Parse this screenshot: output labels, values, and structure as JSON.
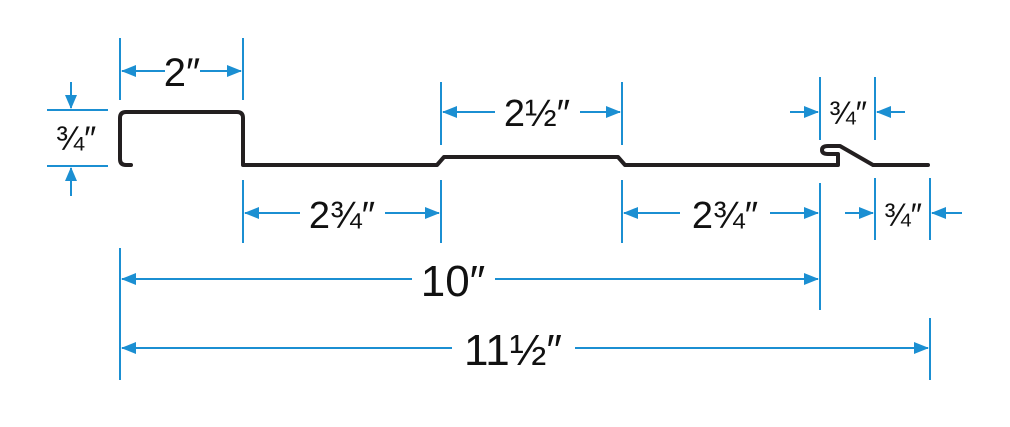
{
  "labels": {
    "top_left_width": "2″",
    "left_height": "¾″",
    "center_width": "2½″",
    "right_lip_width": "¾″",
    "left_gap": "2¾″",
    "right_gap": "2¾″",
    "right_end": "¾″",
    "coverage": "10″",
    "overall": "11½″"
  },
  "colors": {
    "dimension": "#1b8fd2",
    "profile": "#231f20"
  }
}
